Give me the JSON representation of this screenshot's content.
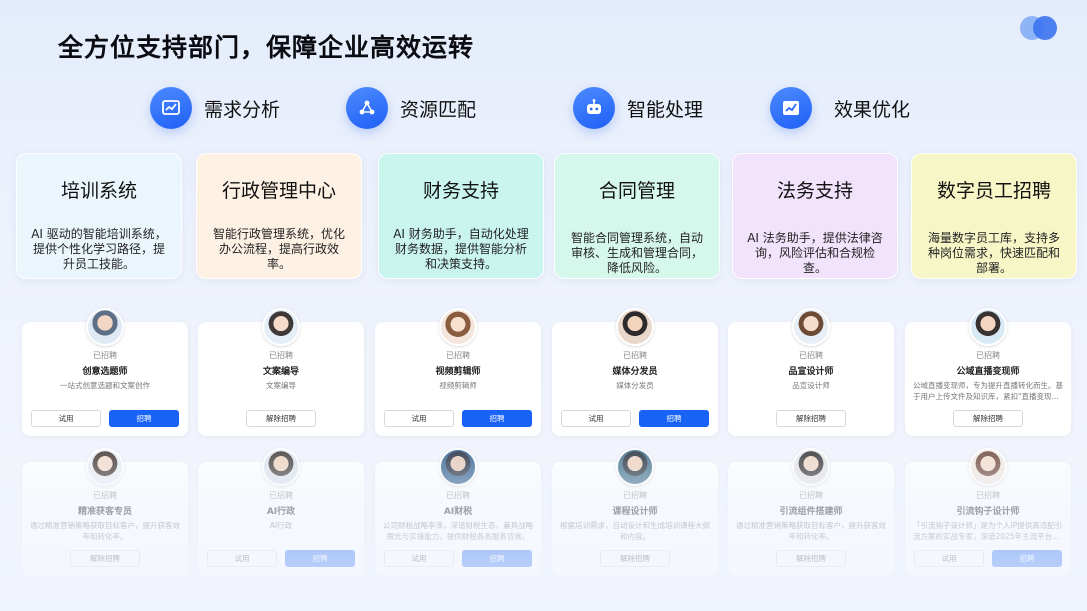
{
  "page": {
    "title": "全方位支持部门，保障企业高效运转"
  },
  "colors": {
    "accent": "#1863f6",
    "logo_light": "#8fb3f7",
    "logo_dark": "#3b73ef"
  },
  "features": [
    {
      "label": "需求分析",
      "icon": "chart-icon"
    },
    {
      "label": "资源匹配",
      "icon": "network-icon"
    },
    {
      "label": "智能处理",
      "icon": "robot-icon"
    },
    {
      "label": "效果优化",
      "icon": "trend-icon"
    }
  ],
  "categories": [
    {
      "title": "培训系统",
      "desc": "AI 驱动的智能培训系统，提供个性化学习路径，提升员工技能。",
      "bg": "#eaf6fc"
    },
    {
      "title": "行政管理中心",
      "desc": "智能行政管理系统，优化办公流程，提高行政效率。",
      "bg": "#fdf1e4"
    },
    {
      "title": "财务支持",
      "desc": "AI 财务助手，自动化处理财务数据，提供智能分析和决策支持。",
      "bg": "#c9f5ee"
    },
    {
      "title": "合同管理",
      "desc": "智能合同管理系统，自动审核、生成和管理合同，降低风险。",
      "bg": "#d6f7ec"
    },
    {
      "title": "法务支持",
      "desc": "AI 法务助手，提供法律咨询，风险评估和合规检查。",
      "bg": "#f1e3fb"
    },
    {
      "title": "数字员工招聘",
      "desc": "海量数字员工库，支持多种岗位需求，快速匹配和部署。",
      "bg": "#f7f6c6"
    }
  ],
  "agents_row1": [
    {
      "status": "已招聘",
      "name": "创意选题师",
      "desc": "一站式创意选题和文案创作",
      "buttons": [
        "试用",
        "招聘"
      ]
    },
    {
      "status": "已招聘",
      "name": "文案编导",
      "desc": "文案编导",
      "buttons": [
        "解除招聘"
      ]
    },
    {
      "status": "已招聘",
      "name": "视频剪辑师",
      "desc": "视频剪辑师",
      "buttons": [
        "试用",
        "招聘"
      ]
    },
    {
      "status": "已招聘",
      "name": "媒体分发员",
      "desc": "媒体分发员",
      "buttons": [
        "试用",
        "招聘"
      ]
    },
    {
      "status": "已招聘",
      "name": "品宣设计师",
      "desc": "品宣设计师",
      "buttons": [
        "解除招聘"
      ]
    },
    {
      "status": "已招聘",
      "name": "公域直播变现师",
      "desc": "公域直播变现师，专为提升直播转化而生。基于用户上传文件及知识库，紧扣\"直播变现...",
      "buttons": [
        "解除招聘"
      ]
    }
  ],
  "agents_row2": [
    {
      "status": "已招聘",
      "name": "精准获客专员",
      "desc": "通过精准营销策略获取目标客户，提升获客效率和转化率。",
      "buttons": [
        "解除招聘"
      ]
    },
    {
      "status": "已招聘",
      "name": "AI行政",
      "desc": "AI行政",
      "buttons": [
        "试用",
        "招聘"
      ]
    },
    {
      "status": "已招聘",
      "name": "AI财税",
      "desc": "公司财税战略李泽，深谙财税生态，兼具战略眼光与实操能力，提供财税务务服务咨询。",
      "buttons": [
        "试用",
        "招聘"
      ]
    },
    {
      "status": "已招聘",
      "name": "课程设计师",
      "desc": "根据培训需求，自动设计和生成培训课程大纲和内容。",
      "buttons": [
        "解除招聘"
      ]
    },
    {
      "status": "已招聘",
      "name": "引流组件搭建师",
      "desc": "通过精准营销策略获取目标客户，提升获客效率和转化率。",
      "buttons": [
        "解除招聘"
      ]
    },
    {
      "status": "已招聘",
      "name": "引流钩子设计师",
      "desc": "「引流钩子设计师」是为个人IP提供高适配引流方案的实战专家，深谙2025年主流平台...",
      "buttons": [
        "试用",
        "招聘"
      ]
    }
  ]
}
